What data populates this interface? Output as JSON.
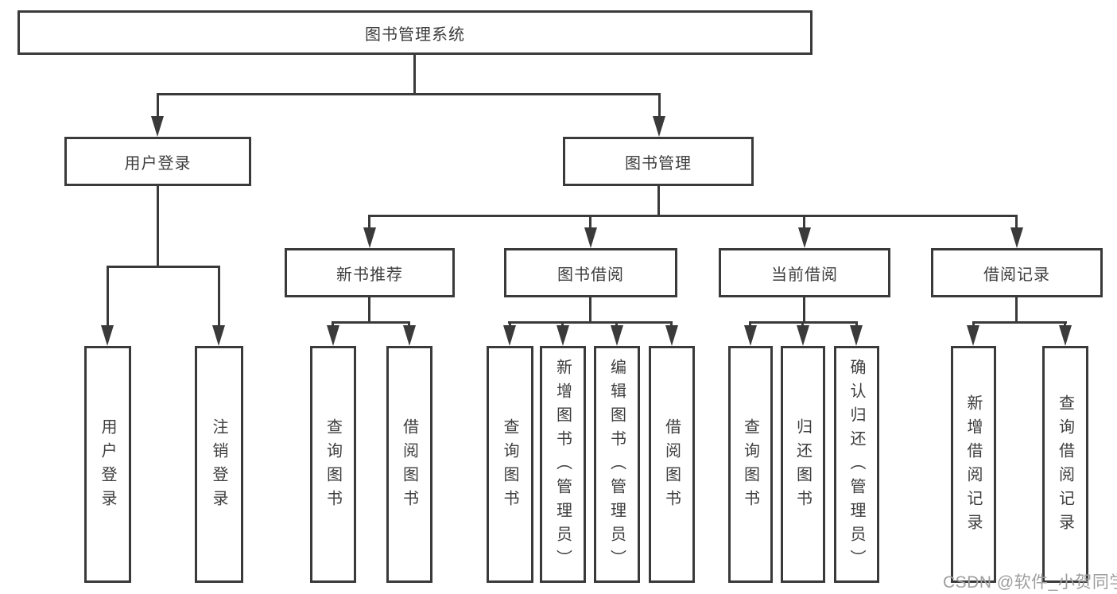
{
  "tree": {
    "root": {
      "label": "图书管理系统"
    },
    "branches": [
      {
        "label": "用户登录",
        "children": [
          {
            "label": "用户登录"
          },
          {
            "label": "注销登录"
          }
        ]
      },
      {
        "label": "图书管理",
        "children": [
          {
            "label": "新书推荐",
            "children": [
              {
                "label": "查询图书"
              },
              {
                "label": "借阅图书"
              }
            ]
          },
          {
            "label": "图书借阅",
            "children": [
              {
                "label": "查询图书"
              },
              {
                "label": "新增图书（管理员）"
              },
              {
                "label": "编辑图书（管理员）"
              },
              {
                "label": "借阅图书"
              }
            ]
          },
          {
            "label": "当前借阅",
            "children": [
              {
                "label": "查询图书"
              },
              {
                "label": "归还图书"
              },
              {
                "label": "确认归还（管理员）"
              }
            ]
          },
          {
            "label": "借阅记录",
            "children": [
              {
                "label": "新增借阅记录"
              },
              {
                "label": "查询借阅记录"
              }
            ]
          }
        ]
      }
    ]
  },
  "watermark": {
    "text": "CSDN @软件_小贺同学"
  },
  "colors": {
    "line": "#3a3a3a",
    "text": "#3d3d3d",
    "background": "#ffffff",
    "watermark": "#9e9e9e"
  }
}
